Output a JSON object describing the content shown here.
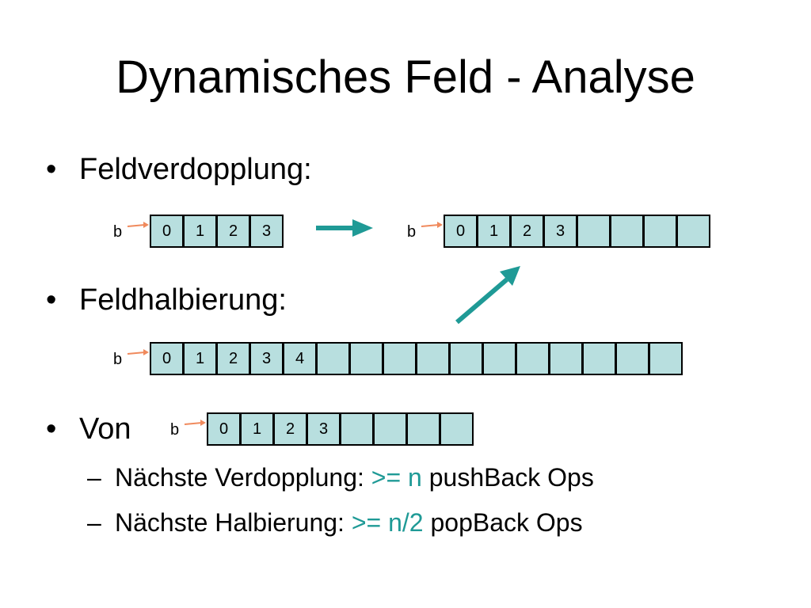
{
  "title": "Dynamisches Feld - Analyse",
  "bullets": {
    "b1": "Feldverdopplung:",
    "b2": "Feldhalbierung:",
    "b3": "Von"
  },
  "bullet_char": "•",
  "sub_dash": "–",
  "subs": [
    {
      "pre": "Nächste Verdopplung: ",
      "hl": ">= n",
      "post": " pushBack Ops"
    },
    {
      "pre": "Nächste Halbierung: ",
      "hl": ">= n/2",
      "post": " popBack Ops"
    }
  ],
  "pointer_label": "b",
  "arrays": {
    "a1": [
      "0",
      "1",
      "2",
      "3"
    ],
    "a2": [
      "0",
      "1",
      "2",
      "3",
      "",
      "",
      "",
      ""
    ],
    "a3": [
      "0",
      "1",
      "2",
      "3",
      "4",
      "",
      "",
      "",
      "",
      "",
      "",
      "",
      "",
      "",
      "",
      ""
    ],
    "a4": [
      "0",
      "1",
      "2",
      "3",
      "",
      "",
      "",
      ""
    ]
  },
  "colors": {
    "cell_fill": "#b8dfdf",
    "accent": "#1f9a96",
    "pointer": "#f08a5d"
  }
}
